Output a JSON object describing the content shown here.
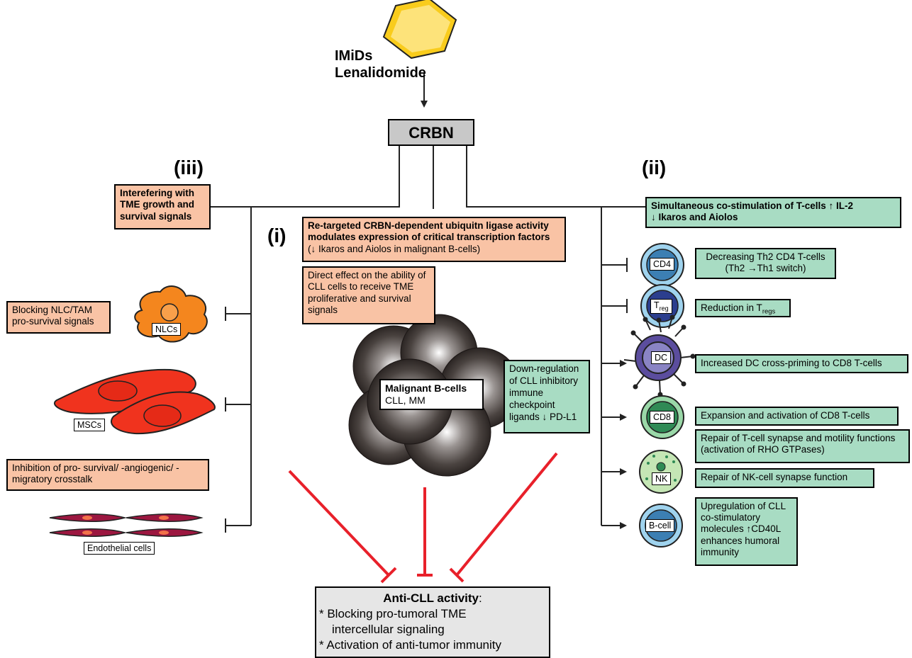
{
  "drug": {
    "line1": "IMiDs",
    "line2": "Lenalidomide",
    "color": "#f9cc1c"
  },
  "target": {
    "label": "CRBN"
  },
  "mechanisms": {
    "i": {
      "numeral": "(i)",
      "box_title": "Re-targeted CRBN-dependent ubiquitn ligase activity modulates expression of critical transcription factors",
      "box_note": "(↓ Ikaros and Aiolos in malignant B-cells)",
      "direct_effect": "Direct effect on the ability of CLL cells to receive TME proliferative and survival signals"
    },
    "ii": {
      "numeral": "(ii)",
      "box_line1": "Simultaneous co-stimulation of T-cells ↑ IL-2",
      "box_line2": "↓ Ikaros and Aiolos"
    },
    "iii": {
      "numeral": "(iii)",
      "box": "Interefering with TME growth and survival signals"
    }
  },
  "left_panel": {
    "blocking_nlc": "Blocking NLC/TAM pro-survival signals",
    "nlc_tag": "NLCs",
    "msc_tag": "MSCs",
    "inhibition": "Inhibition of pro- survival/ -angiogenic/ -migratory crosstalk",
    "endothelial_tag": "Endothelial cells"
  },
  "center": {
    "malignant_title": "Malignant B-cells",
    "malignant_sub": "CLL, MM",
    "downreg": "Down-regulation of CLL inhibitory immune checkpoint ligands ↓ PD-L1"
  },
  "right_panel": {
    "cd4": {
      "tag": "CD4",
      "text_line1": "Decreasing Th2 CD4 T-cells",
      "text_line2": "(Th2 →Th1 switch)"
    },
    "treg": {
      "tag_main": "T",
      "tag_sub": "reg",
      "text_main": "Reduction in T",
      "text_sub": "regs"
    },
    "dc": {
      "tag": "DC",
      "text": "Increased DC cross-priming to CD8 T-cells"
    },
    "cd8": {
      "tag": "CD8",
      "text": "Expansion and activation of CD8 T-cells"
    },
    "rho": {
      "text": "Repair of T-cell synapse and motility functions (activation of RHO GTPases)"
    },
    "nk": {
      "tag": "NK",
      "text": "Repair of NK-cell synapse function"
    },
    "bcell": {
      "tag": "B-cell",
      "text": "Upregulation of CLL co-stimulatory molecules ↑CD40L enhances humoral immunity"
    }
  },
  "outcome": {
    "title": "Anti-CLL activity",
    "colon": ":",
    "item1_line1": "* Blocking pro-tumoral TME",
    "item1_line2": "intercellular signaling",
    "item2": "* Activation of anti-tumor immunity"
  },
  "colors": {
    "peach": "#f9c3a5",
    "green": "#a8dcc3",
    "grey": "#e6e6e6",
    "red_inhibition": "#e8202a",
    "cell_dark": "#3a3330"
  }
}
